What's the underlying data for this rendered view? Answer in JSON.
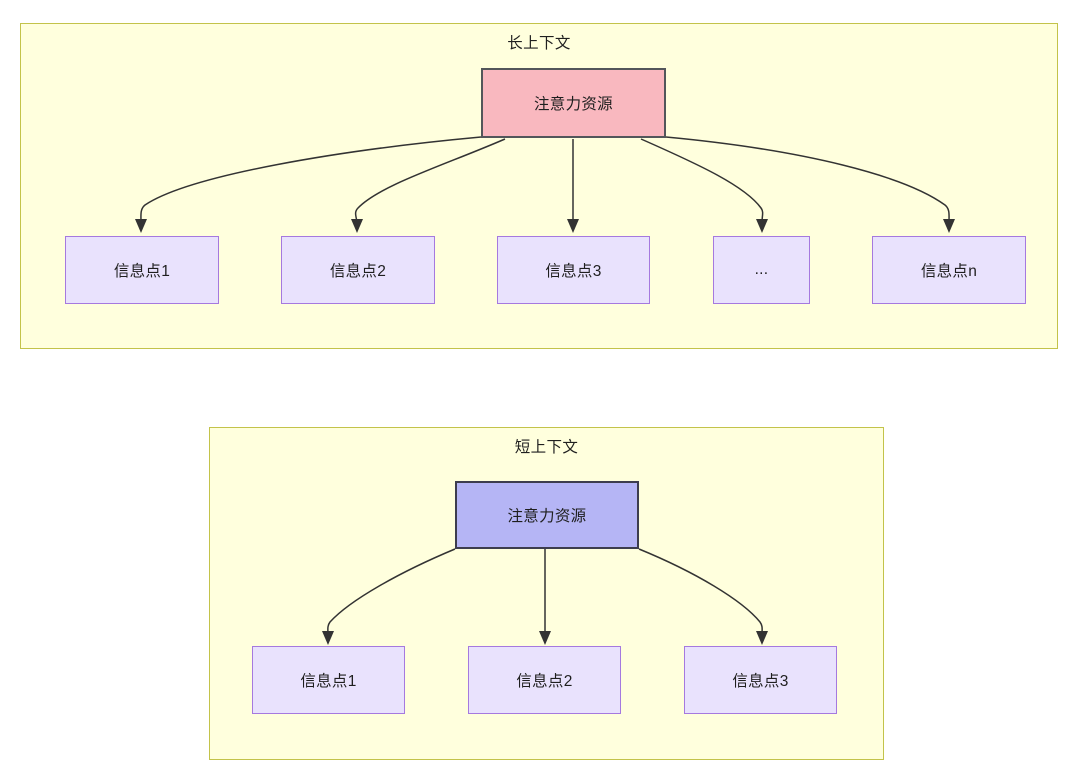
{
  "diagram": {
    "title_implicit": "",
    "colors": {
      "panel_fill": "#ffffdd",
      "panel_border": "#c3c34a",
      "attention_long_fill": "#f9b8bf",
      "attention_long_border": "#53565a",
      "attention_short_fill": "#b5b5f5",
      "attention_short_border": "#3d3d4e",
      "info_fill": "#e9e2fd",
      "info_border": "#a579df",
      "edge_stroke": "#333333",
      "text": "#1f1f1f"
    }
  },
  "long_context": {
    "panel_label": "长上下文",
    "attention_node": "注意力资源",
    "info_nodes": [
      {
        "label": "信息点1"
      },
      {
        "label": "信息点2"
      },
      {
        "label": "信息点3"
      },
      {
        "label": "..."
      },
      {
        "label": "信息点n"
      }
    ]
  },
  "short_context": {
    "panel_label": "短上下文",
    "attention_node": "注意力资源",
    "info_nodes": [
      {
        "label": "信息点1"
      },
      {
        "label": "信息点2"
      },
      {
        "label": "信息点3"
      }
    ]
  }
}
